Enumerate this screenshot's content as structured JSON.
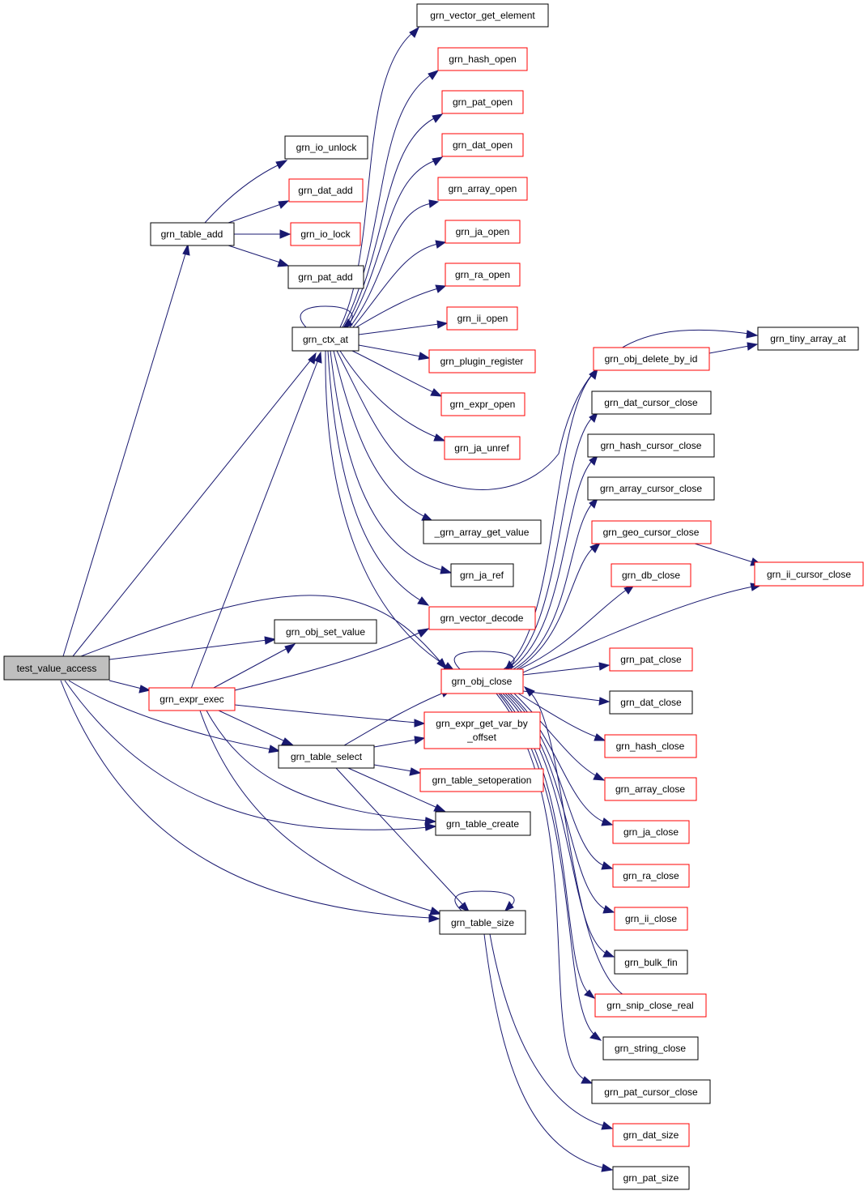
{
  "colors": {
    "edge": "#191970",
    "border_default": "#000000",
    "border_incomplete": "#ff0000",
    "root_fill": "#bfbfbf"
  },
  "nodes": {
    "test_value_access": {
      "label": "test_value_access",
      "style": "root"
    },
    "grn_table_add": {
      "label": "grn_table_add",
      "style": "black"
    },
    "grn_io_unlock": {
      "label": "grn_io_unlock",
      "style": "black"
    },
    "grn_dat_add": {
      "label": "grn_dat_add",
      "style": "red"
    },
    "grn_io_lock": {
      "label": "grn_io_lock",
      "style": "red"
    },
    "grn_pat_add": {
      "label": "grn_pat_add",
      "style": "black"
    },
    "grn_ctx_at": {
      "label": "grn_ctx_at",
      "style": "black"
    },
    "grn_vector_get_element": {
      "label": "grn_vector_get_element",
      "style": "black"
    },
    "grn_hash_open": {
      "label": "grn_hash_open",
      "style": "red"
    },
    "grn_pat_open": {
      "label": "grn_pat_open",
      "style": "red"
    },
    "grn_dat_open": {
      "label": "grn_dat_open",
      "style": "red"
    },
    "grn_array_open": {
      "label": "grn_array_open",
      "style": "red"
    },
    "grn_ja_open": {
      "label": "grn_ja_open",
      "style": "red"
    },
    "grn_ra_open": {
      "label": "grn_ra_open",
      "style": "red"
    },
    "grn_ii_open": {
      "label": "grn_ii_open",
      "style": "red"
    },
    "grn_plugin_register": {
      "label": "grn_plugin_register",
      "style": "red"
    },
    "grn_expr_open": {
      "label": "grn_expr_open",
      "style": "red"
    },
    "grn_ja_unref": {
      "label": "grn_ja_unref",
      "style": "red"
    },
    "_grn_array_get_value": {
      "label": "_grn_array_get_value",
      "style": "black"
    },
    "grn_ja_ref": {
      "label": "grn_ja_ref",
      "style": "black"
    },
    "grn_vector_decode": {
      "label": "grn_vector_decode",
      "style": "red"
    },
    "grn_obj_set_value": {
      "label": "grn_obj_set_value",
      "style": "black"
    },
    "grn_expr_exec": {
      "label": "grn_expr_exec",
      "style": "red"
    },
    "grn_obj_close": {
      "label": "grn_obj_close",
      "style": "red"
    },
    "grn_expr_get_var_by_offset": {
      "label": "grn_expr_get_var_by",
      "label2": "_offset",
      "style": "red"
    },
    "grn_table_select": {
      "label": "grn_table_select",
      "style": "black"
    },
    "grn_table_setoperation": {
      "label": "grn_table_setoperation",
      "style": "red"
    },
    "grn_table_create": {
      "label": "grn_table_create",
      "style": "black"
    },
    "grn_table_size": {
      "label": "grn_table_size",
      "style": "black"
    },
    "grn_tiny_array_at": {
      "label": "grn_tiny_array_at",
      "style": "black"
    },
    "grn_obj_delete_by_id": {
      "label": "grn_obj_delete_by_id",
      "style": "red"
    },
    "grn_dat_cursor_close": {
      "label": "grn_dat_cursor_close",
      "style": "black"
    },
    "grn_hash_cursor_close": {
      "label": "grn_hash_cursor_close",
      "style": "black"
    },
    "grn_array_cursor_close": {
      "label": "grn_array_cursor_close",
      "style": "black"
    },
    "grn_geo_cursor_close": {
      "label": "grn_geo_cursor_close",
      "style": "red"
    },
    "grn_db_close": {
      "label": "grn_db_close",
      "style": "red"
    },
    "grn_ii_cursor_close": {
      "label": "grn_ii_cursor_close",
      "style": "red"
    },
    "grn_pat_close": {
      "label": "grn_pat_close",
      "style": "red"
    },
    "grn_dat_close": {
      "label": "grn_dat_close",
      "style": "black"
    },
    "grn_hash_close": {
      "label": "grn_hash_close",
      "style": "red"
    },
    "grn_array_close": {
      "label": "grn_array_close",
      "style": "red"
    },
    "grn_ja_close": {
      "label": "grn_ja_close",
      "style": "red"
    },
    "grn_ra_close": {
      "label": "grn_ra_close",
      "style": "red"
    },
    "grn_ii_close": {
      "label": "grn_ii_close",
      "style": "red"
    },
    "grn_bulk_fin": {
      "label": "grn_bulk_fin",
      "style": "black"
    },
    "grn_snip_close_real": {
      "label": "grn_snip_close_real",
      "style": "red"
    },
    "grn_string_close": {
      "label": "grn_string_close",
      "style": "black"
    },
    "grn_pat_cursor_close": {
      "label": "grn_pat_cursor_close",
      "style": "black"
    },
    "grn_dat_size": {
      "label": "grn_dat_size",
      "style": "red"
    },
    "grn_pat_size": {
      "label": "grn_pat_size",
      "style": "black"
    }
  }
}
